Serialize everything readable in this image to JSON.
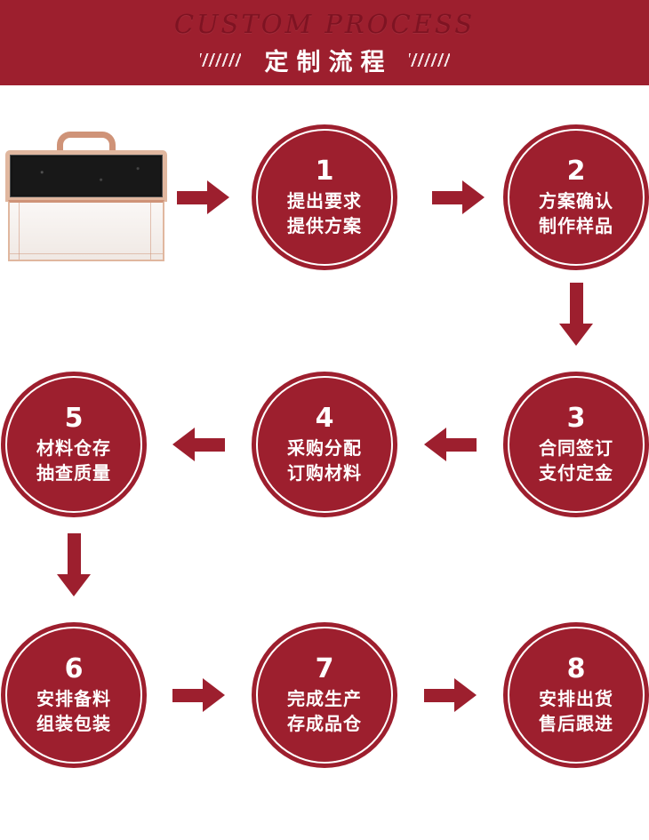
{
  "header": {
    "subtitle": "CUSTOM PROCESS",
    "title": "定制流程",
    "background_color": "#9d1f2e",
    "subtitle_color": "#7e1322",
    "title_color": "#ffffff"
  },
  "colors": {
    "primary_red": "#9d1f2e",
    "case_gold": "#cf9378",
    "white": "#ffffff"
  },
  "steps": [
    {
      "number": "1",
      "line1": "提出要求",
      "line2": "提供方案"
    },
    {
      "number": "2",
      "line1": "方案确认",
      "line2": "制作样品"
    },
    {
      "number": "3",
      "line1": "合同签订",
      "line2": "支付定金"
    },
    {
      "number": "4",
      "line1": "采购分配",
      "line2": "订购材料"
    },
    {
      "number": "5",
      "line1": "材料仓存",
      "line2": "抽查质量"
    },
    {
      "number": "6",
      "line1": "安排备料",
      "line2": "组装包装"
    },
    {
      "number": "7",
      "line1": "完成生产",
      "line2": "存成品仓"
    },
    {
      "number": "8",
      "line1": "安排出货",
      "line2": "售后跟进"
    }
  ]
}
